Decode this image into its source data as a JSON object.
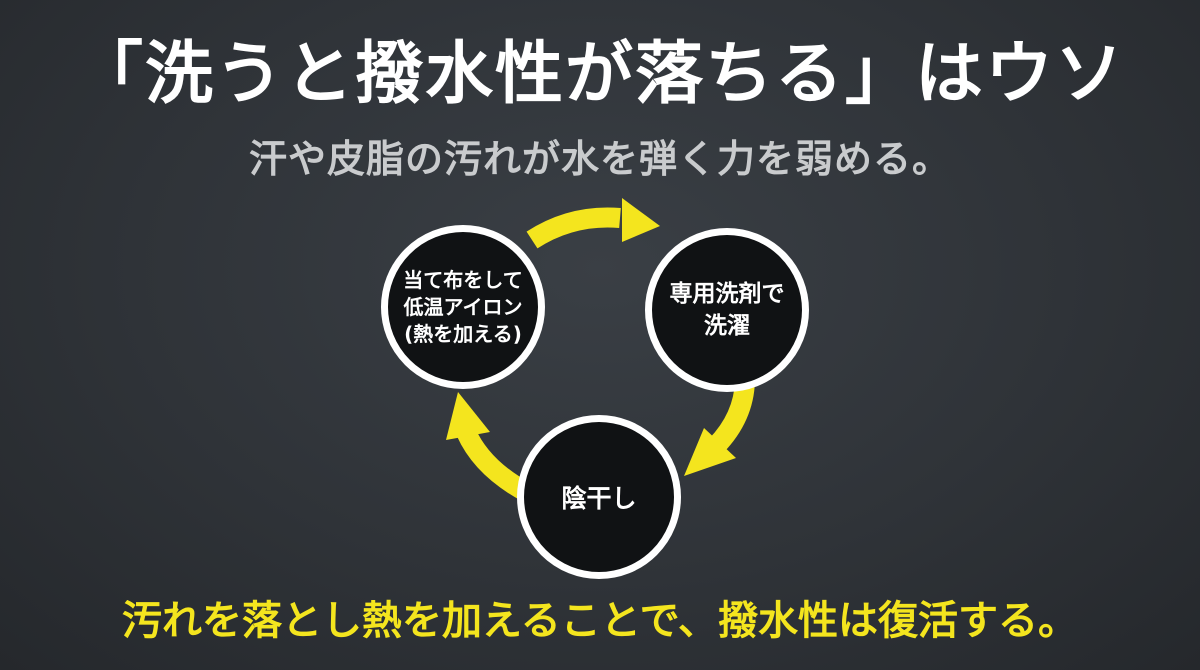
{
  "title": "「洗うと撥水性が落ちる」はウソ",
  "subtitle": "汗や皮脂の汚れが水を弾く力を弱める。",
  "cycle": {
    "steps": [
      "専用洗剤で\n洗濯",
      "陰干し",
      "当て布をして\n低温アイロン\n(熱を加える)"
    ],
    "arrow_color": "#f4e51e",
    "circle_fill": "#101214",
    "circle_stroke": "#ffffff"
  },
  "conclusion": "汚れを落とし熱を加えることで、撥水性は復活する。",
  "colors": {
    "background": "#2f3338",
    "title": "#ffffff",
    "subtitle": "#c9cbcd",
    "accent": "#f4e51e"
  }
}
